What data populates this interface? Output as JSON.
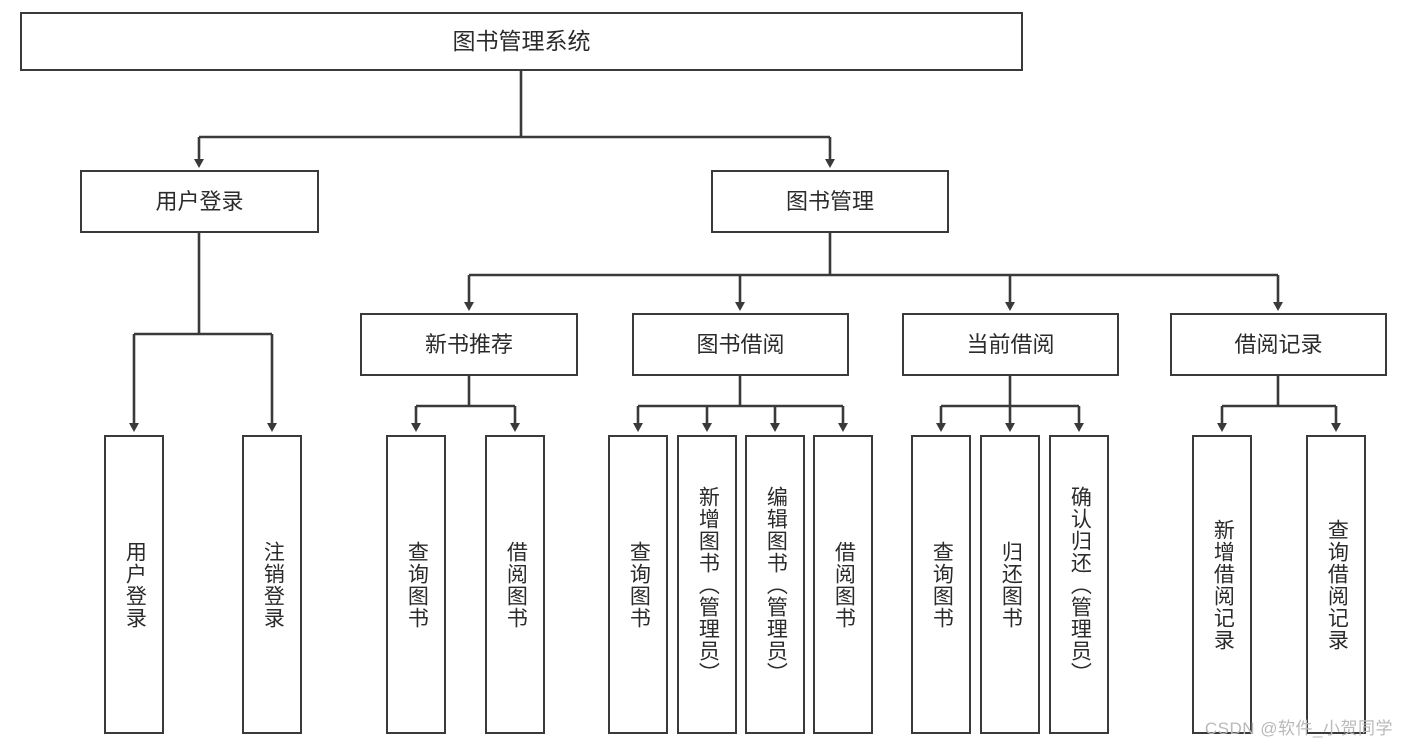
{
  "diagram": {
    "title": "图书管理系统",
    "type": "tree-hierarchy-diagram",
    "root": {
      "label": "图书管理系统"
    },
    "level1": [
      {
        "label": "用户登录"
      },
      {
        "label": "图书管理"
      }
    ],
    "level2": [
      {
        "label": "新书推荐",
        "parent": "图书管理"
      },
      {
        "label": "图书借阅",
        "parent": "图书管理"
      },
      {
        "label": "当前借阅",
        "parent": "图书管理"
      },
      {
        "label": "借阅记录",
        "parent": "图书管理"
      }
    ],
    "leaves": {
      "user_login": [
        {
          "label": "用户登录"
        },
        {
          "label": "注销登录"
        }
      ],
      "new_book": [
        {
          "label": "查询图书"
        },
        {
          "label": "借阅图书"
        }
      ],
      "book_borrow": [
        {
          "label": "查询图书"
        },
        {
          "label": "新增图书（管理员）"
        },
        {
          "label": "编辑图书（管理员）"
        },
        {
          "label": "借阅图书"
        }
      ],
      "current_borrow": [
        {
          "label": "查询图书"
        },
        {
          "label": "归还图书"
        },
        {
          "label": "确认归还（管理员）"
        }
      ],
      "borrow_record": [
        {
          "label": "新增借阅记录"
        },
        {
          "label": "查询借阅记录"
        }
      ]
    }
  },
  "watermark": {
    "text": "CSDN @软件_小贺同学"
  },
  "colors": {
    "box_border": "#3a3a3a",
    "box_fill": "#ffffff",
    "text": "#2b2b2b",
    "connector": "#3a3a3a",
    "watermark": "#b9b9b9",
    "background": "#ffffff"
  }
}
